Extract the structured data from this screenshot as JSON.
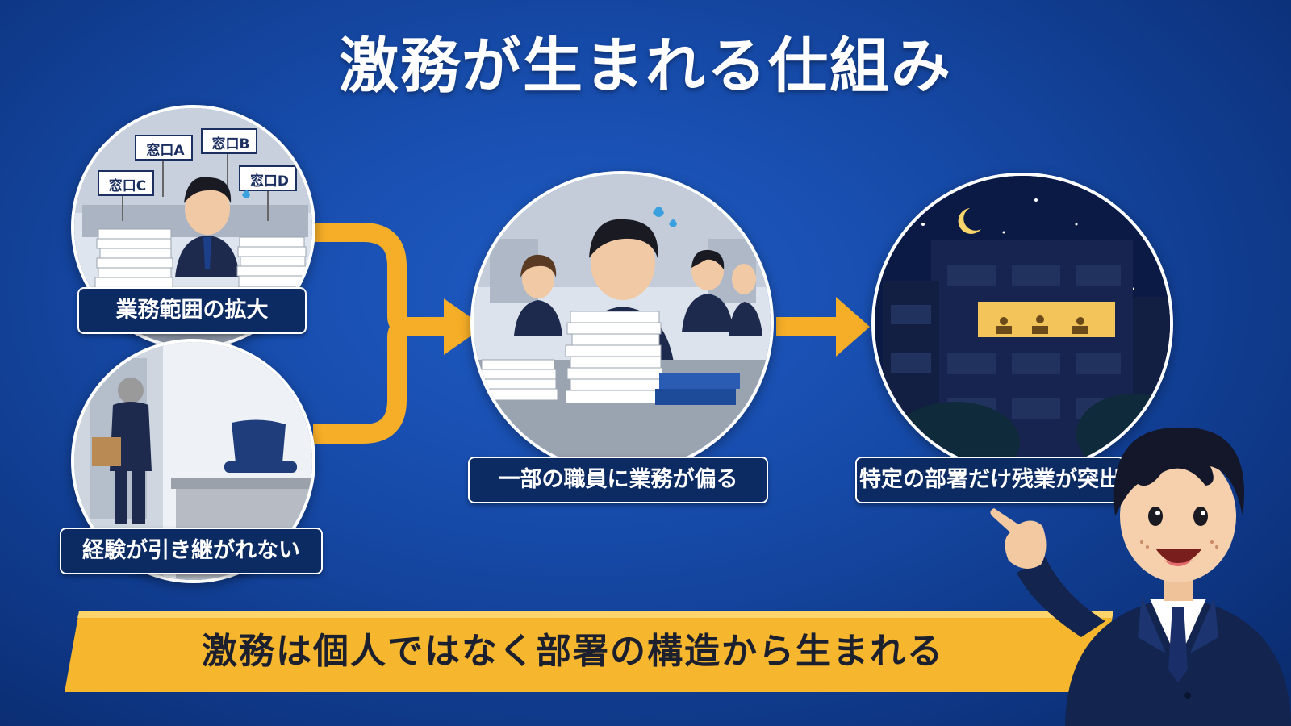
{
  "title": "激務が生まれる仕組み",
  "steps": {
    "scope": {
      "label": "業務範囲の拡大"
    },
    "experience": {
      "label": "経験が引き継がれない"
    },
    "concentration": {
      "label": "一部の職員に業務が偏る"
    },
    "overtime": {
      "label": "特定の部署だけ残業が突出"
    }
  },
  "windows": [
    "窓口A",
    "窓口B",
    "窓口C",
    "窓口D"
  ],
  "conclusion": "激務は個人ではなく部署の構造から生まれる",
  "colors": {
    "background": "#164aa8",
    "arrow": "#f6ae28",
    "label_bg": "#0d2b63",
    "banner": "#f6b72e",
    "night_sky": "#0b1a45",
    "lit_window": "#f3c45a"
  }
}
